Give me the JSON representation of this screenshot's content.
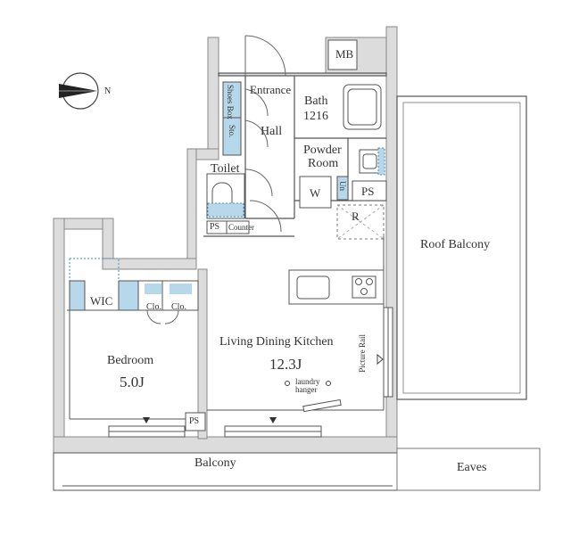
{
  "compass": {
    "north_label": "N"
  },
  "rooms": {
    "mb": "MB",
    "shoes_box": "Shoes Box",
    "entrance": "Entrance",
    "bath": "Bath",
    "bath_size": "1216",
    "sto": "Sto.",
    "hall": "Hall",
    "powder_room_line1": "Powder",
    "powder_room_line2": "Room",
    "toilet": "Toilet",
    "washer": "W",
    "un": "Un",
    "ps_upper": "PS",
    "refrigerator": "R",
    "ps_lower_left": "PS",
    "counter": "Counter",
    "roof_balcony": "Roof Balcony",
    "wic": "WIC",
    "clo1": "Clo.",
    "clo2": "Clo.",
    "ldk": "Living Dining Kitchen",
    "ldk_size": "12.3J",
    "laundry_line1": "laundry",
    "laundry_line2": "hanger",
    "picture_rail": "Picture Rail",
    "bedroom": "Bedroom",
    "bedroom_size": "5.0J",
    "ps_bottom": "PS",
    "balcony": "Balcony",
    "eaves": "Eaves"
  },
  "colors": {
    "wall": "#dcdcdc",
    "wall_edge": "#888888",
    "line": "#555555",
    "accent_blue": "#b7d8ea",
    "dotted_blue": "#4a8fc2"
  }
}
